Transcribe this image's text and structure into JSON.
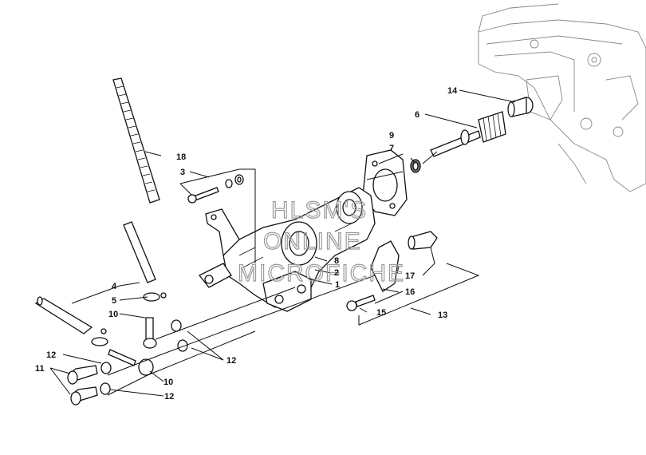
{
  "watermark": [
    "HLSM'S",
    "ONLINE",
    "MICROFICHE"
  ],
  "callouts": [
    {
      "id": "c1",
      "text": "1"
    },
    {
      "id": "c2",
      "text": "2"
    },
    {
      "id": "c3",
      "text": "3"
    },
    {
      "id": "c4",
      "text": "4"
    },
    {
      "id": "c5",
      "text": "5"
    },
    {
      "id": "c6",
      "text": "6"
    },
    {
      "id": "c7",
      "text": "7"
    },
    {
      "id": "c8",
      "text": "8"
    },
    {
      "id": "c9",
      "text": "9"
    },
    {
      "id": "c10a",
      "text": "10"
    },
    {
      "id": "c10b",
      "text": "10"
    },
    {
      "id": "c11",
      "text": "11"
    },
    {
      "id": "c12a",
      "text": "12"
    },
    {
      "id": "c12b",
      "text": "12"
    },
    {
      "id": "c12c",
      "text": "12"
    },
    {
      "id": "c13",
      "text": "13"
    },
    {
      "id": "c14",
      "text": "14"
    },
    {
      "id": "c15",
      "text": "15"
    },
    {
      "id": "c16",
      "text": "16"
    },
    {
      "id": "c17",
      "text": "17"
    },
    {
      "id": "c18",
      "text": "18"
    }
  ]
}
